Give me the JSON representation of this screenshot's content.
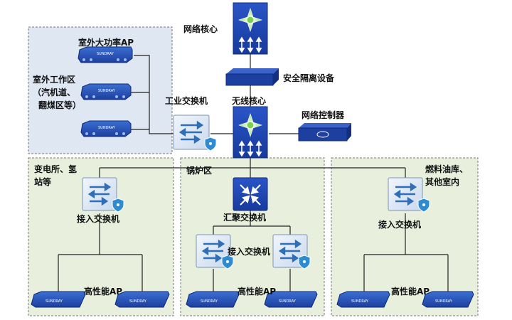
{
  "labels": {
    "network_core": "网络核心",
    "security_device": "安全隔离设备",
    "wireless_core": "无线核心",
    "network_controller": "网络控制器",
    "industrial_switch": "工业交换机",
    "outdoor_ap": "室外大功率AP",
    "outdoor_zone_line1": "室外工作区",
    "outdoor_zone_line2": "（汽机道、",
    "outdoor_zone_line3": "翻煤区等）",
    "substation_line1": "变电所、氢",
    "substation_line2": "站等",
    "boiler_zone": "锅炉区",
    "fuel_line1": "燃料油库、",
    "fuel_line2": "其他室内",
    "access_switch_left": "接入交换机",
    "aggregation_switch": "汇聚交换机",
    "access_switch_mid": "接入交换机",
    "access_switch_right": "接入交换机",
    "high_perf_ap_left": "高性能AP",
    "high_perf_ap_mid": "高性能AP",
    "high_perf_ap_right": "高性能AP"
  },
  "device_brand": "SUNDRAY",
  "colors": {
    "core_blue": "#1c3fae",
    "switch_light": "#dde8f5",
    "switch_arrow": "#2f6fb8",
    "zone_outdoor": "#dfe7f3",
    "zone_plant": "#e8f0dd",
    "ap_blue": "#2654b8",
    "line": "#222222"
  }
}
